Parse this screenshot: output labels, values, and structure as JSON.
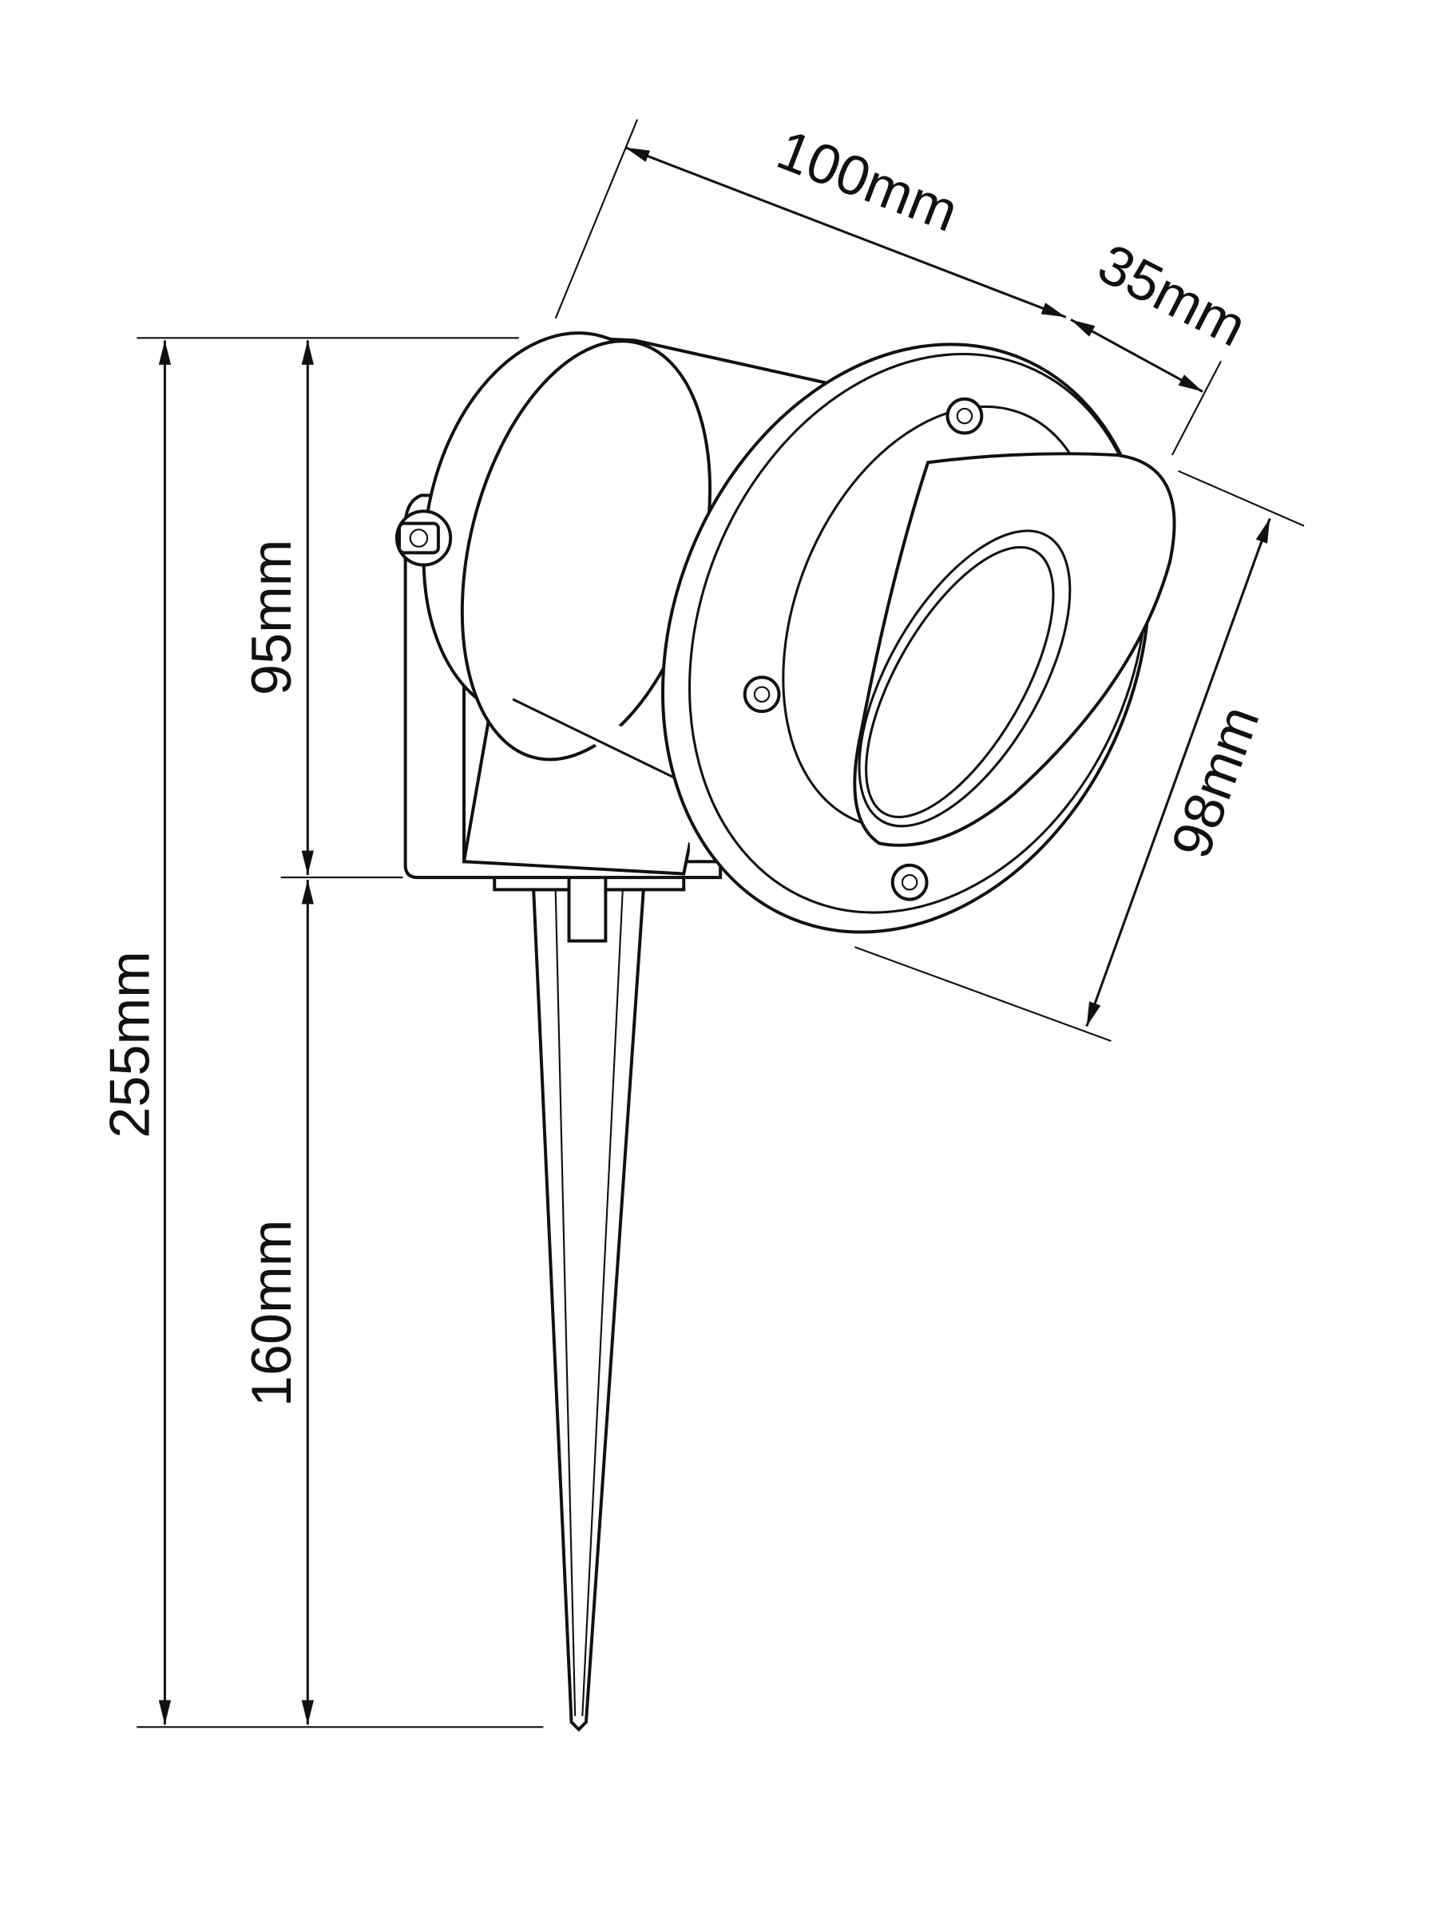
{
  "title": "Spike spotlight dimension drawing",
  "dimensions": {
    "total_height": "255mm",
    "head_height": "95mm",
    "spike_length": "160mm",
    "head_length": "100mm",
    "hood_length": "35mm",
    "front_diameter": "98mm"
  },
  "colors": {
    "line": "#111111",
    "background": "#ffffff"
  }
}
